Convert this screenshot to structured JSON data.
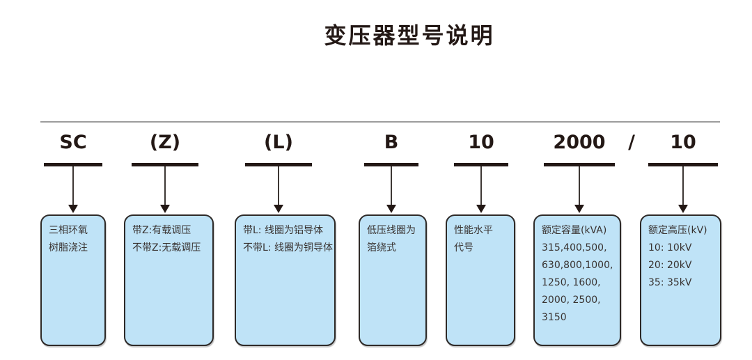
{
  "title": "变压器型号说明",
  "diagram": {
    "separator": "/",
    "columns": [
      {
        "code": "SC",
        "lines": [
          "三相环氧",
          "树脂浇注"
        ]
      },
      {
        "code": "(Z)",
        "lines": [
          "带Z:有载调压",
          "不带Z:无载调压"
        ]
      },
      {
        "code": "(L)",
        "lines": [
          "带L: 线圈为铝导体",
          "不带L: 线圈为铜导体"
        ]
      },
      {
        "code": "B",
        "lines": [
          "低压线圈为",
          "箔绕式"
        ]
      },
      {
        "code": "10",
        "lines": [
          "性能水平",
          "代号"
        ]
      },
      {
        "code": "2000",
        "lines": [
          "额定容量(kVA)",
          "315,400,500,",
          "630,800,1000,",
          "1250, 1600,",
          "2000, 2500,",
          "3150"
        ]
      },
      {
        "code": "10",
        "lines": [
          "额定高压(kV)",
          "10: 10kV",
          "20: 20kV",
          "35: 35kV"
        ]
      }
    ],
    "colors": {
      "box_fill": "#bfe3f7",
      "box_border": "#2e2a28",
      "ink": "#231815",
      "rule_gray": "#9c9c9c",
      "box_text": "#393331"
    }
  }
}
